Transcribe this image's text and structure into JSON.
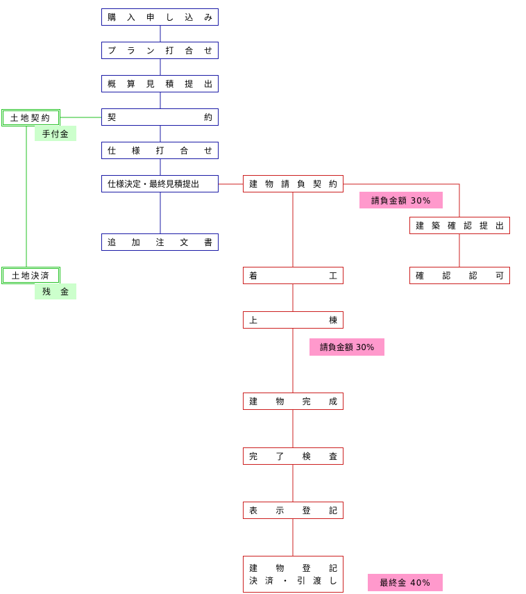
{
  "colors": {
    "blue": "#1a1aa6",
    "red": "#cc1f1f",
    "green": "#22c222",
    "green_note_bg": "#ccffcc",
    "pink_note_bg": "#ff99cc"
  },
  "steps": {
    "purchase_application": "購入申し込み",
    "plan_meeting": "プラン打合せ",
    "estimate_submission": "概算見積提出",
    "contract": "契約",
    "spec_meeting": "仕様打合せ",
    "spec_final_estimate": "仕様決定・最終見積提出",
    "additional_order": "追加注文書",
    "land_contract": "土地契約",
    "land_settlement": "土地決済",
    "building_contract": "建物請負契約",
    "building_permit_application": "建築確認提出",
    "permit_approval": "確認認可",
    "construction_start": "着工",
    "framing": "上棟",
    "building_completion": "建物完成",
    "completion_inspection": "完了検査",
    "title_registration": "表示登記",
    "building_registration": "建物登記",
    "settlement_handover": "決済・引渡し"
  },
  "notes": {
    "deposit": "手付金",
    "balance": "残金",
    "contract_payment_30": "請負金額 30%",
    "framing_payment_30": "請負金額 30%",
    "final_payment_40": "最終金 40%"
  }
}
